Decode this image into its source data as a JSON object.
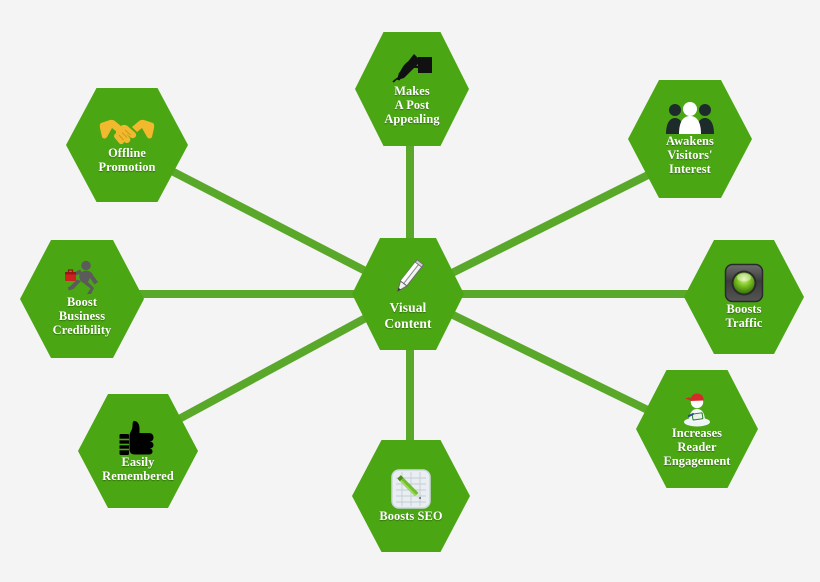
{
  "diagram": {
    "type": "hub-and-spoke-hexagon",
    "background_color": "#f4f4f4",
    "node_color": "#4ba614",
    "edge_color": "#5aa82a",
    "text_color": "#ffffff",
    "center": {
      "id": "visual-content",
      "label": "Visual\nContent",
      "icon": "pencil-icon"
    },
    "spokes": [
      {
        "id": "makes-a-post-appealing",
        "label": "Makes\nA Post\nAppealing",
        "icon": "hand-writing-icon",
        "position": "top",
        "icon_color": "#111111"
      },
      {
        "id": "awakens-visitors-interest",
        "label": "Awakens\nVisitors'\nInterest",
        "icon": "three-people-icon",
        "position": "top-right",
        "icon_color": "#1d2b2b"
      },
      {
        "id": "boosts-traffic",
        "label": "Boosts\nTraffic",
        "icon": "green-light-button-icon",
        "position": "right",
        "icon_color": "#4a4a4a"
      },
      {
        "id": "increases-reader-engagement",
        "label": "Increases\nReader\nEngagement",
        "icon": "reader-with-cap-icon",
        "position": "bottom-right",
        "icon_color": "#d02b2b"
      },
      {
        "id": "boosts-seo",
        "label": "Boosts SEO",
        "icon": "notepad-pen-icon",
        "position": "bottom",
        "icon_color": "#dfe4e8"
      },
      {
        "id": "easily-remembered",
        "label": "Easily\nRemembered",
        "icon": "thumbs-up-icon",
        "position": "bottom-left",
        "icon_color": "#000000"
      },
      {
        "id": "boost-business-credibility",
        "label": "Boost\nBusiness\nCredibility",
        "icon": "running-businessman-icon",
        "position": "left",
        "icon_color": "#5b5b5b"
      },
      {
        "id": "offline-promotion",
        "label": "Offline\nPromotion",
        "icon": "handshake-icon",
        "position": "top-left",
        "icon_color": "#f2b92e"
      }
    ]
  }
}
